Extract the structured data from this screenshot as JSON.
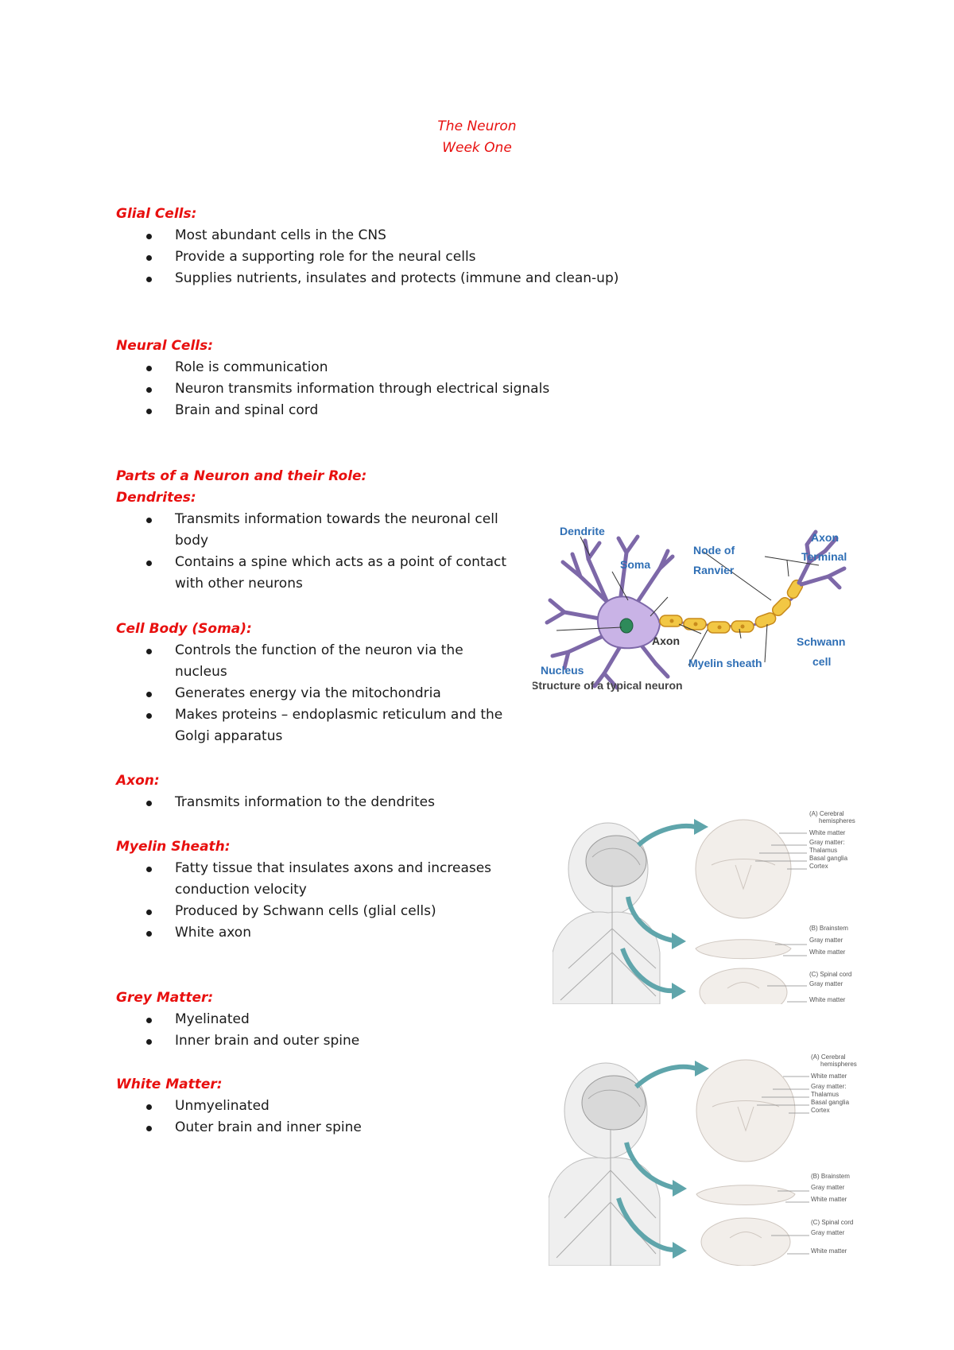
{
  "title": {
    "line1": "The Neuron",
    "line2": "Week One"
  },
  "sections": {
    "glial": {
      "heading": "Glial Cells:",
      "items": [
        "Most abundant cells in the CNS",
        "Provide a supporting role for the neural cells",
        "Supplies nutrients, insulates and protects (immune and clean-up)"
      ]
    },
    "neural": {
      "heading": "Neural Cells:",
      "items": [
        "Role is communication",
        "Neuron transmits information through electrical signals",
        "Brain and spinal cord"
      ]
    },
    "parts": {
      "heading": "Parts of a Neuron and their Role:"
    },
    "dendrites": {
      "heading": "Dendrites:",
      "items": [
        "Transmits information towards the neuronal cell body",
        "Contains a spine which acts as a point of contact with other neurons"
      ]
    },
    "soma": {
      "heading": "Cell Body (Soma):",
      "items": [
        "Controls the function of the neuron via the nucleus",
        "Generates energy via the mitochondria",
        "Makes proteins – endoplasmic reticulum and the Golgi apparatus"
      ]
    },
    "axon": {
      "heading": "Axon:",
      "items": [
        "Transmits information to the dendrites"
      ]
    },
    "myelin": {
      "heading": "Myelin Sheath:",
      "items": [
        "Fatty tissue that insulates axons and increases conduction velocity",
        "Produced by Schwann cells (glial cells)",
        "White axon"
      ]
    },
    "grey": {
      "heading": "Grey Matter:",
      "items": [
        "Myelinated",
        "Inner brain and outer spine"
      ]
    },
    "white": {
      "heading": "White Matter:",
      "items": [
        "Unmyelinated",
        "Outer brain and inner spine"
      ]
    }
  },
  "neuron_figure": {
    "dendrite": "Dendrite",
    "soma": "Soma",
    "node_1": "Node of",
    "node_2": "Ranvier",
    "axon_terminal_1": "Axon",
    "axon_terminal_2": "Terminal",
    "axon": "Axon",
    "nucleus": "Nucleus",
    "myelin": "Myelin sheath",
    "schwann_1": "Schwann",
    "schwann_2": "cell",
    "caption": "Structure of a typical neuron"
  },
  "brain_figure_1": {
    "a_title_1": "(A) Cerebral",
    "a_title_2": "hemispheres",
    "a_labels": [
      "White matter",
      "Gray matter:",
      "Thalamus",
      "Basal ganglia",
      "Cortex"
    ],
    "b_title": "(B) Brainstem",
    "b_labels": [
      "Gray matter",
      "White matter"
    ],
    "c_title": "(C) Spinal cord",
    "c_labels": [
      "Gray matter",
      "White matter"
    ]
  },
  "brain_figure_2": {
    "a_title_1": "(A) Cerebral",
    "a_title_2": "hemispheres",
    "a_labels": [
      "White matter",
      "Gray matter:",
      "Thalamus",
      "Basal ganglia",
      "Cortex"
    ],
    "b_title": "(B) Brainstem",
    "b_labels": [
      "Gray matter",
      "White matter"
    ],
    "c_title": "(C) Spinal cord",
    "c_labels": [
      "Gray matter",
      "White matter"
    ]
  },
  "colors": {
    "heading": "#e8100f",
    "label_blue": "#2f6fb5",
    "soma_fill": "#c9b3e6",
    "myelin_fill": "#f2c744",
    "arrow": "#5fa5ab"
  }
}
